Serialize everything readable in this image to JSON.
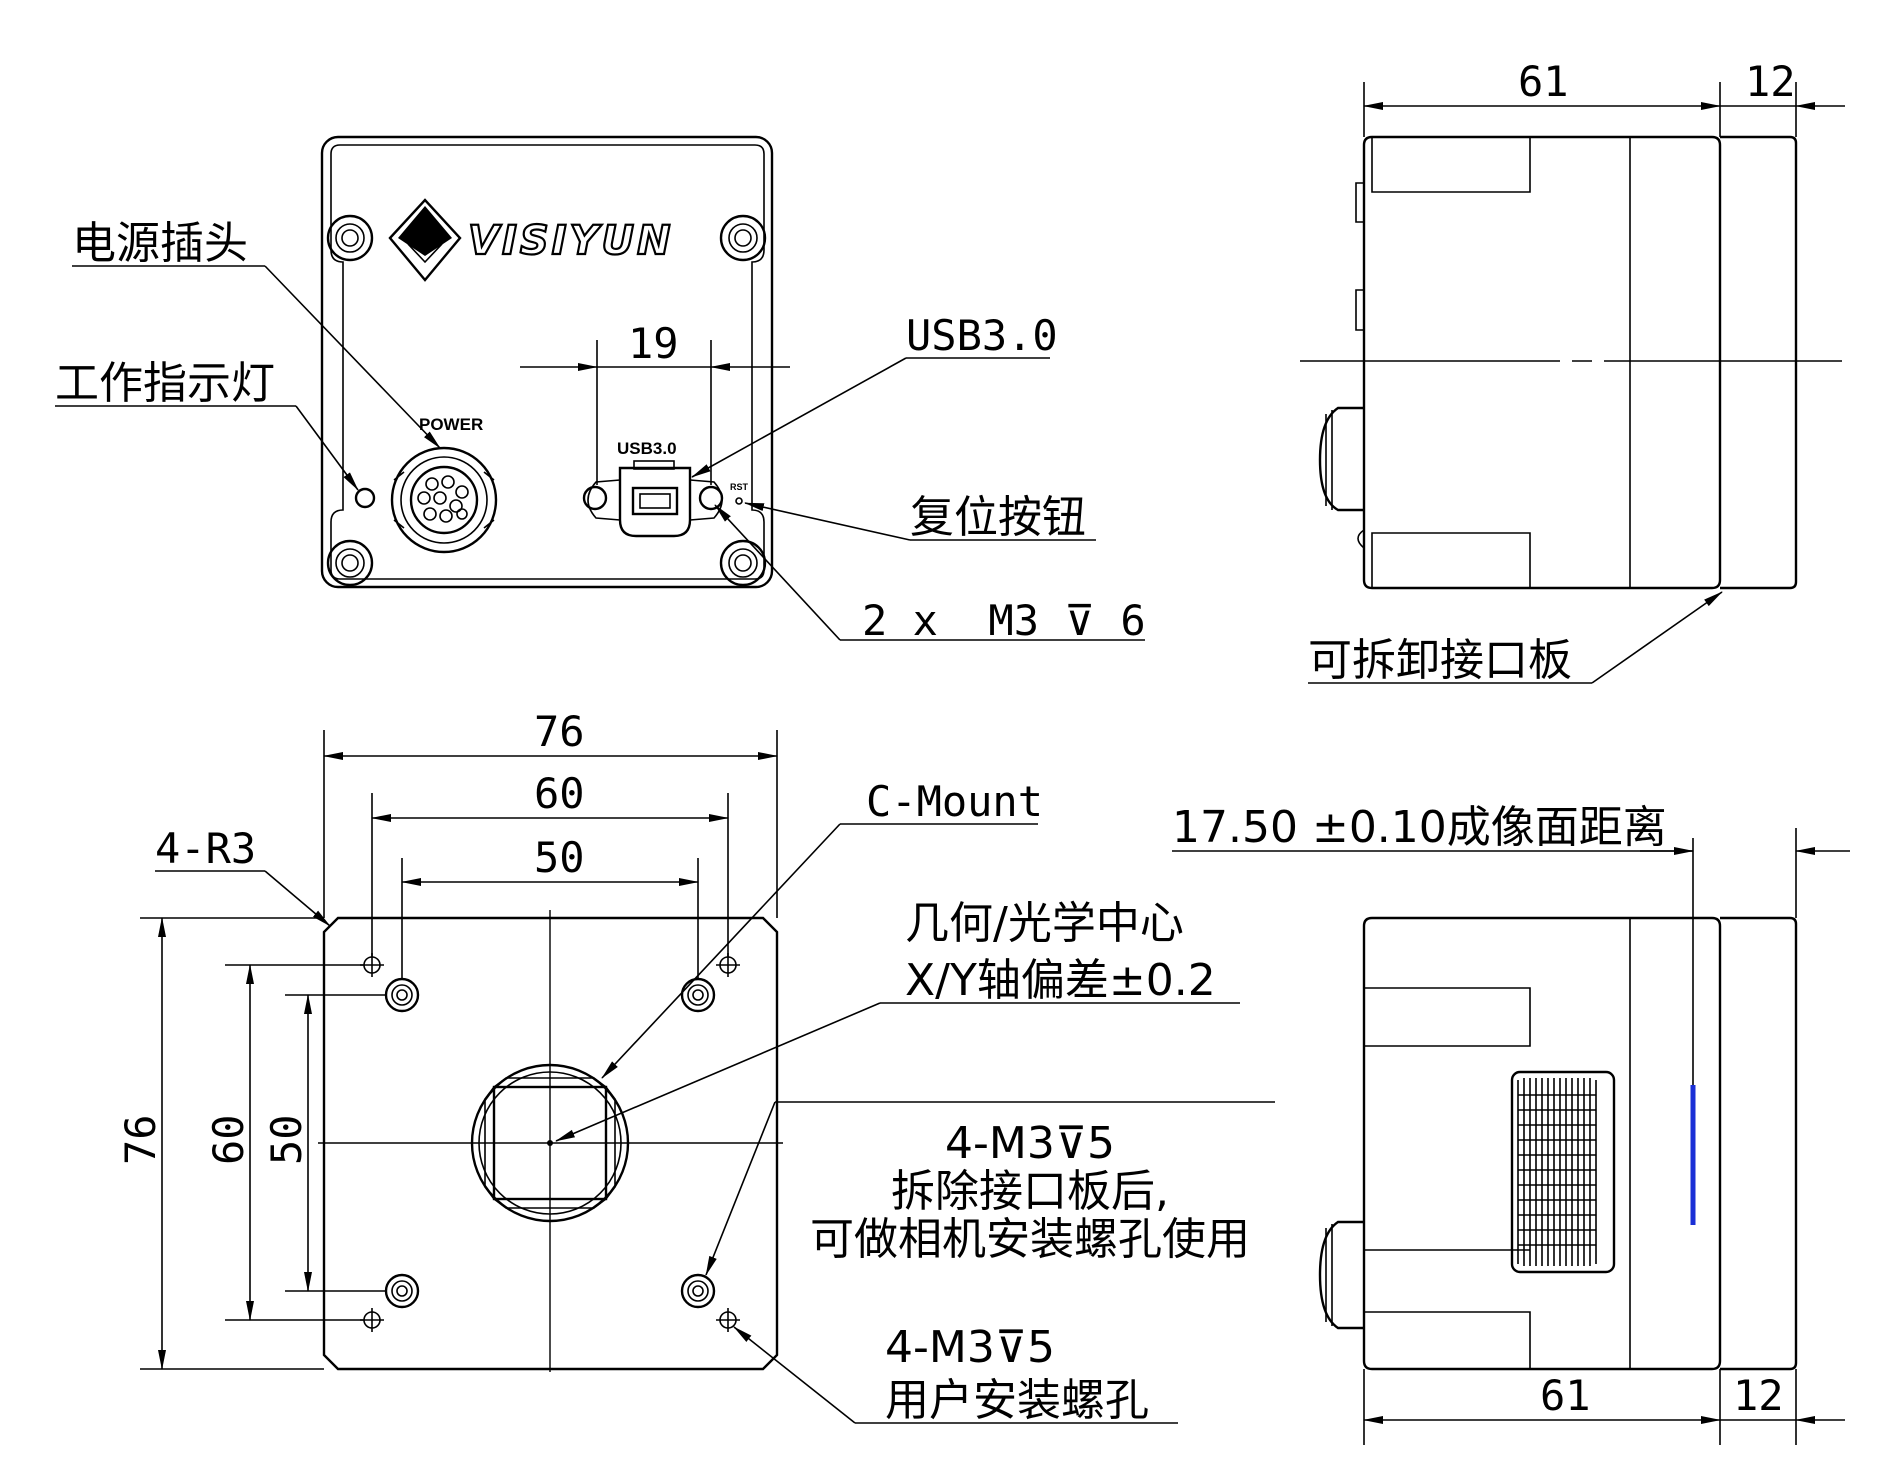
{
  "rear_view": {
    "dim_usb_spacing": "19",
    "label_power_plug": "电源插头",
    "label_indicator": "工作指示灯",
    "label_usb": "USB3.0",
    "label_reset": "复位按钮",
    "label_screw": "2 x  M3 ⊽ 6",
    "silk_power": "POWER",
    "silk_usb": "USB3.0",
    "silk_rst": "RST",
    "brand_logo": "VISIYUN"
  },
  "top_side_view": {
    "dim_length": "61",
    "dim_plate": "12",
    "label_plate": "可拆卸接口板"
  },
  "front_view": {
    "dim_width_76": "76",
    "dim_width_60": "60",
    "dim_width_50": "50",
    "dim_height_76": "76",
    "dim_height_60": "60",
    "dim_height_50": "50",
    "label_corner_radius": "4-R3",
    "label_mount": "C-Mount",
    "label_center_1": "几何/光学中心",
    "label_center_2": "X/Y轴偏差±0.2",
    "label_mount_holes_1": "4-M3⊽5",
    "label_mount_holes_2": "拆除接口板后,",
    "label_mount_holes_3": "可做相机安装螺孔使用",
    "label_user_holes_1": "4-M3⊽5",
    "label_user_holes_2": "用户安装螺孔"
  },
  "bottom_side_view": {
    "label_flange": "17.50 ±0.10成像面距离",
    "dim_length": "61",
    "dim_plate": "12",
    "accent_color": "#1a2fd6"
  }
}
